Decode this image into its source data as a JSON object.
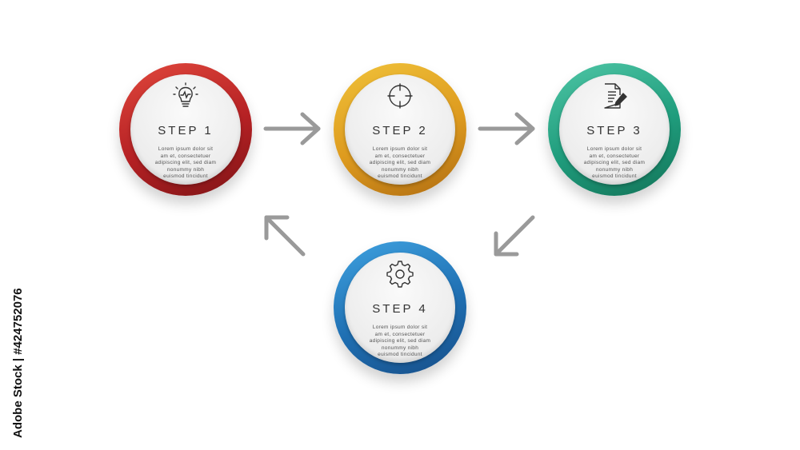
{
  "steps": [
    {
      "label": "STEP 1",
      "icon": "lightbulb-icon",
      "color": "#b52124",
      "lines": [
        "Lorem ipsum dolor sit",
        "am et, consectetuer",
        "adipiscing elit, sed diam",
        "nonummy nibh",
        "euismod tincidunt"
      ]
    },
    {
      "label": "STEP 2",
      "icon": "target-icon",
      "color": "#dd9a1e",
      "lines": [
        "Lorem ipsum dolor sit",
        "am et, consectetuer",
        "adipiscing elit, sed diam",
        "nonummy nibh",
        "euismod tincidunt"
      ]
    },
    {
      "label": "STEP 3",
      "icon": "document-edit-icon",
      "color": "#1f9c7c",
      "lines": [
        "Lorem ipsum dolor sit",
        "am et, consectetuer",
        "adipiscing elit, sed diam",
        "nonummy nibh",
        "euismod tincidunt"
      ]
    },
    {
      "label": "STEP 4",
      "icon": "gear-icon",
      "color": "#1f6fb2",
      "lines": [
        "Lorem ipsum dolor sit",
        "am et, consectetuer",
        "adipiscing elit, sed diam",
        "nonummy nibh",
        "euismod tincidunt"
      ]
    }
  ],
  "arrow_color": "#9a9a9a",
  "stock_id": "Adobe Stock | #424752076"
}
